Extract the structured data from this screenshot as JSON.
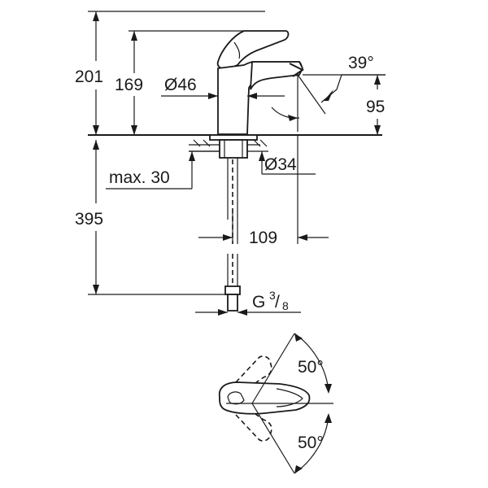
{
  "dimensions": {
    "total_height": "201",
    "spout_height": "169",
    "body_diameter": "Ø46",
    "spout_angle": "39°",
    "spout_clearance": "95",
    "hole_diameter": "Ø34",
    "max_thickness": "max. 30",
    "hose_length": "395",
    "spout_reach": "109",
    "connection_thread": "G",
    "thread_numerator": "3",
    "thread_denominator": "8",
    "lever_angle_top": "50°",
    "lever_angle_bottom": "50°"
  }
}
